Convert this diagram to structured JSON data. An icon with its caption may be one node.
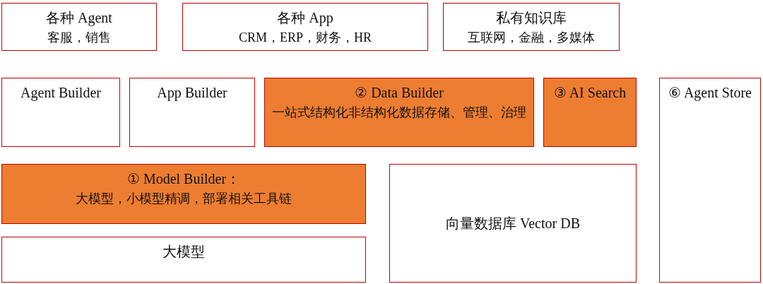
{
  "diagram": {
    "nodes": [
      {
        "text": [
          "各种 Agent",
          "客服，销售"
        ]
      },
      {
        "text": [
          "各种 App",
          "CRM，ERP，财务，HR"
        ]
      },
      {
        "text": [
          "私有知识库",
          "互联网，金融，多媒体"
        ]
      },
      {
        "text": [
          "Agent Builder"
        ]
      },
      {
        "text": [
          "App Builder"
        ]
      },
      {
        "text": [
          "② Data Builder",
          "一站式结构化非结构化数据存储、管理、治理"
        ]
      },
      {
        "text": [
          "③ AI Search"
        ]
      },
      {
        "text": [
          "⑥ Agent Store"
        ]
      },
      {
        "text": [
          "① Model Builder：",
          "大模型，小模型精调，部署相关工具链"
        ]
      },
      {
        "text": [
          "向量数据库 Vector DB"
        ]
      },
      {
        "text": [
          "大模型"
        ]
      }
    ]
  }
}
